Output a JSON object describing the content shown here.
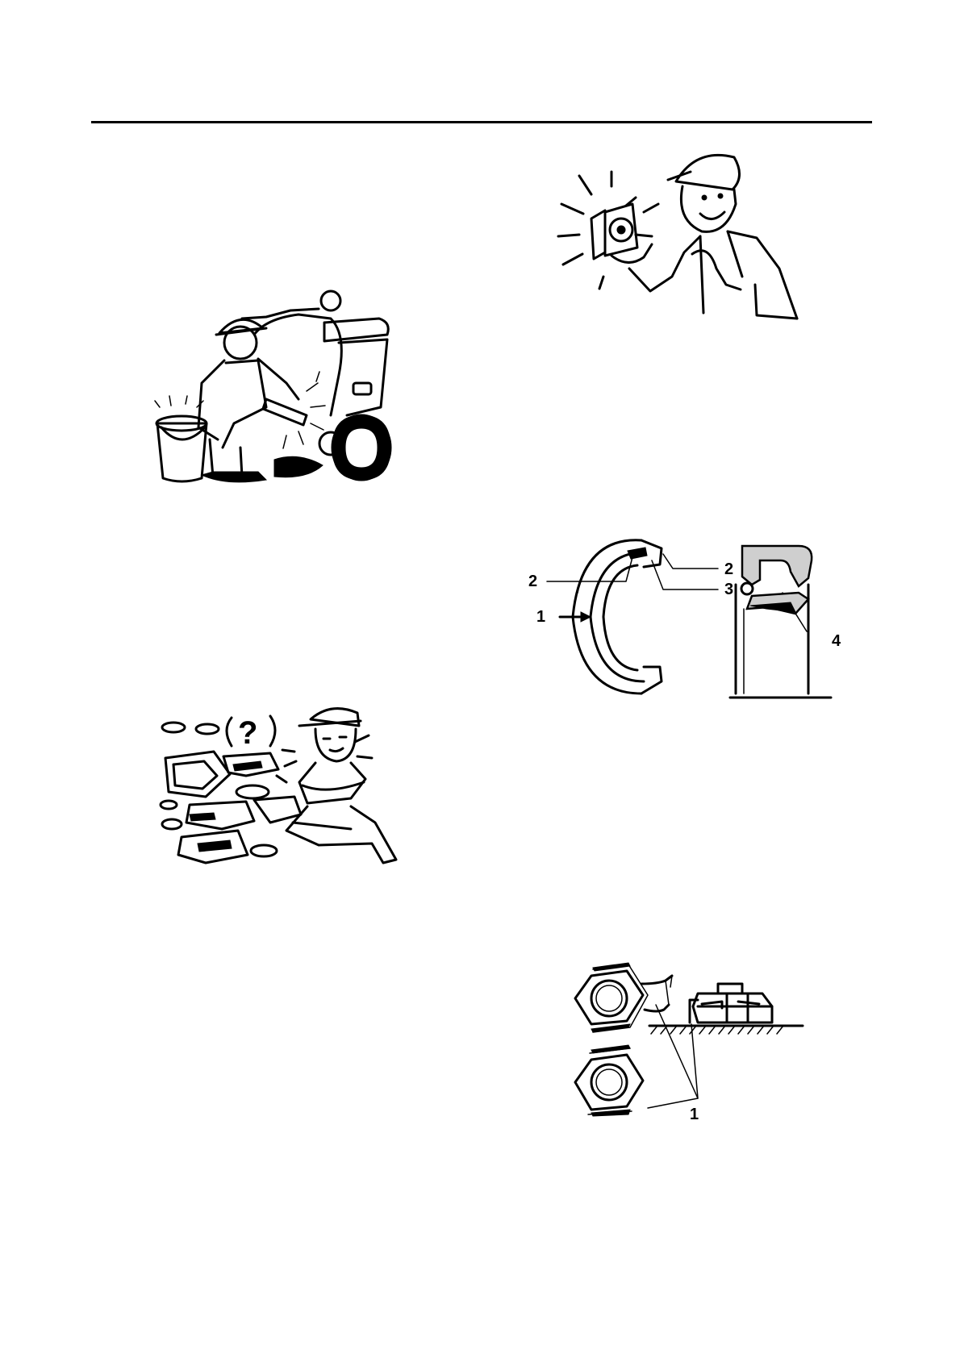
{
  "page": {
    "background": "#ffffff",
    "ink_color": "#000000"
  },
  "figures": {
    "washing": {
      "icon": "mechanic-washing-scooter-illustration"
    },
    "inspecting": {
      "icon": "mechanic-inspecting-part-illustration"
    },
    "confused": {
      "icon": "mechanic-confused-by-parts-illustration"
    },
    "oil_seal": {
      "icon": "oil-seal-diagram",
      "callouts": {
        "c1": "1",
        "c2_left": "2",
        "c2_right": "2",
        "c3": "3",
        "c4": "4"
      }
    },
    "lock_washer": {
      "icon": "lock-washer-nut-diagram",
      "callouts": {
        "c1": "1"
      }
    }
  }
}
